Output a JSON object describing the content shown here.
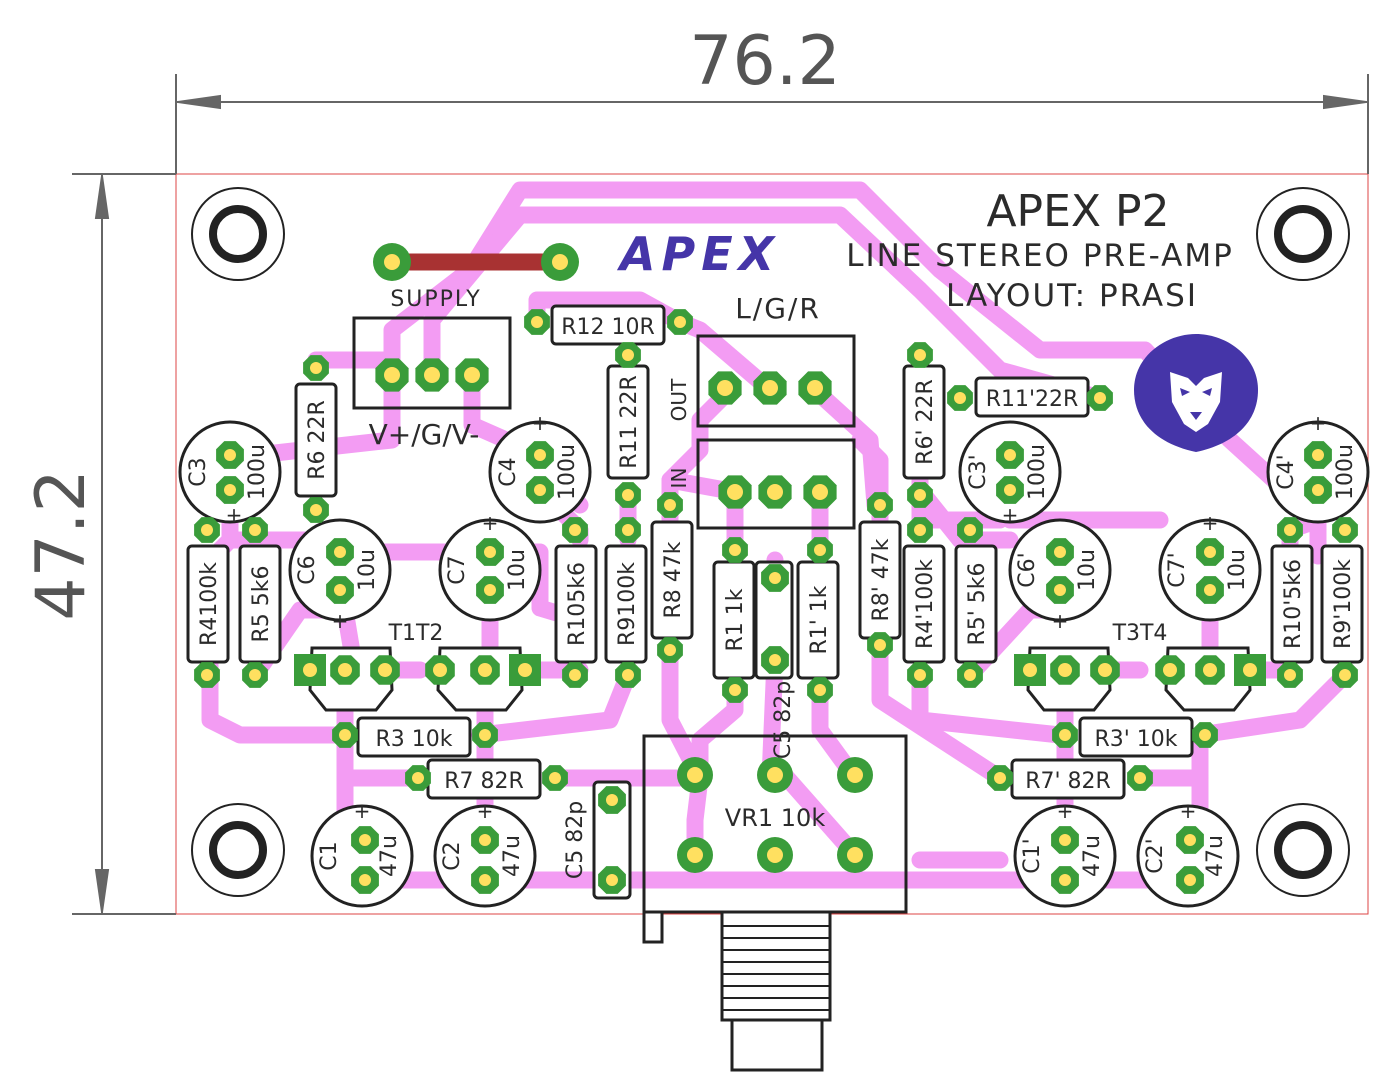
{
  "dimensions": {
    "width": "76.2",
    "height": "47.2"
  },
  "title": "APEX P2",
  "logo_text": "APEX",
  "subtitle": "LINE STEREO PRE-AMP",
  "layout_credit": "LAYOUT: PRASI",
  "connectors": {
    "supply": {
      "label": "SUPPLY",
      "pins": "V+/G/V-"
    },
    "output": {
      "label": "L/G/R",
      "side": "OUT"
    },
    "input": {
      "side": "IN"
    }
  },
  "pot": "VR1  10k",
  "components": {
    "R12": "R12 10R",
    "R11": "R11 22R",
    "R11b": "R11'22R",
    "R6": "R6 22R",
    "R6b": "R6' 22R",
    "C3": "C3",
    "C3v": "100u",
    "C4": "C4",
    "C4v": "100u",
    "C3b": "C3'",
    "C3bv": "100u",
    "C4b": "C4'",
    "C4bv": "100u",
    "C6": "C6",
    "C6v": "10u",
    "C7": "C7",
    "C7v": "10u",
    "C6b": "C6'",
    "C6bv": "10u",
    "C7b": "C7'",
    "C7bv": "10u",
    "R4": "R4100k",
    "R5": "R5 5k6",
    "R10": "R105k6",
    "R9": "R9100k",
    "R8": "R8  47k",
    "R8b": "R8' 47k",
    "R1": "R1  1k",
    "R1b": "R1' 1k",
    "R4b": "R4'100k",
    "R5b": "R5' 5k6",
    "R10b": "R10'5k6",
    "R9b": "R9'100k",
    "T12": "T1T2",
    "T34": "T3T4",
    "R3": "R3 10k",
    "R3b": "R3' 10k",
    "R7": "R7 82R",
    "R7b": "R7' 82R",
    "C5a": "C5  82p",
    "C5b": "C5  82p",
    "C1": "C1",
    "C1v": "47u",
    "C2": "C2",
    "C2v": "47u",
    "C1b": "C1'",
    "C1bv": "47u",
    "C2b": "C2'",
    "C2bv": "47u"
  },
  "colors": {
    "trace": "#f39cf3",
    "pad": "#3a9c3a",
    "drill": "#ffe060",
    "logo": "#4535a8",
    "jumper": "#a83232"
  },
  "icons": [
    "lion-logo-icon"
  ]
}
